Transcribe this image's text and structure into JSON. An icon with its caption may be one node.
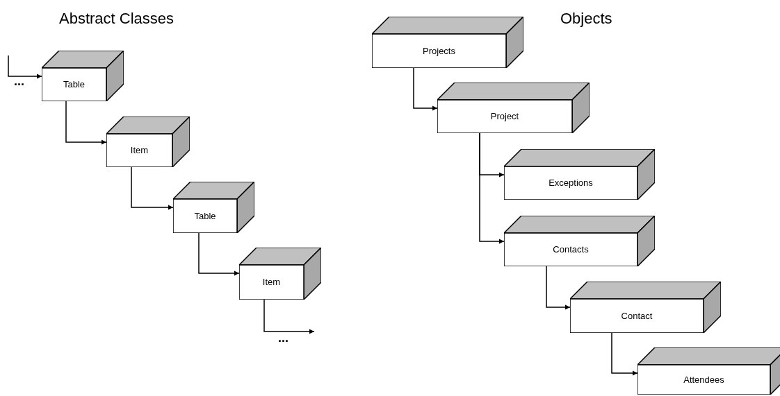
{
  "diagram": {
    "nodes": [
      {
        "text": [
          "Table"
        ]
      },
      {
        "text": [
          "Item"
        ]
      },
      {
        "text": [
          "Table"
        ]
      },
      {
        "text": [
          "Item"
        ]
      },
      {
        "text": [
          "Projects"
        ]
      },
      {
        "text": [
          "Project"
        ]
      },
      {
        "text": [
          "Exceptions"
        ]
      },
      {
        "text": [
          "Contacts"
        ]
      },
      {
        "text": [
          "Contact"
        ]
      },
      {
        "text": [
          "Attendees"
        ]
      }
    ],
    "edges": [
      {
        "from": null,
        "to": 0,
        "arrow": "to"
      },
      {
        "from": 0,
        "to": 1,
        "arrow": "to"
      },
      {
        "from": 1,
        "to": 2,
        "arrow": "to"
      },
      {
        "from": 2,
        "to": 3,
        "arrow": "to"
      },
      {
        "from": 3,
        "to": null,
        "arrow": "to"
      },
      {
        "from": 4,
        "to": 5,
        "arrow": "to"
      },
      {
        "from": 5,
        "to": 6,
        "arrow": "to"
      },
      {
        "from": 5,
        "to": 7,
        "arrow": "to"
      },
      {
        "from": 7,
        "to": 8,
        "arrow": "to"
      },
      {
        "from": 8,
        "to": 9,
        "arrow": "to"
      }
    ],
    "labels": [
      "Abstract Classes",
      "Objects",
      "...",
      "..."
    ]
  }
}
